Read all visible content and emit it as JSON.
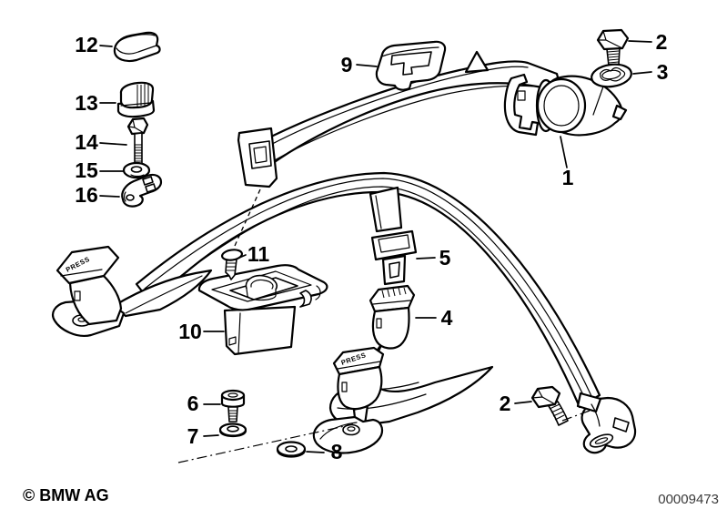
{
  "diagram": {
    "press_label": "PRESS",
    "colors": {
      "line": "#000000",
      "background": "#ffffff",
      "document_number_color": "#3a3a3a"
    },
    "footer": {
      "copyright": "© BMW AG",
      "document_number": "00009473"
    },
    "callouts": [
      {
        "label": "12"
      },
      {
        "label": "13"
      },
      {
        "label": "14"
      },
      {
        "label": "15"
      },
      {
        "label": "16"
      },
      {
        "label": "9"
      },
      {
        "label": "2"
      },
      {
        "label": "3"
      },
      {
        "label": "1"
      },
      {
        "label": "5"
      },
      {
        "label": "4"
      },
      {
        "label": "11"
      },
      {
        "label": "10"
      },
      {
        "label": "6"
      },
      {
        "label": "7"
      },
      {
        "label": "8"
      },
      {
        "label": "2"
      }
    ]
  }
}
